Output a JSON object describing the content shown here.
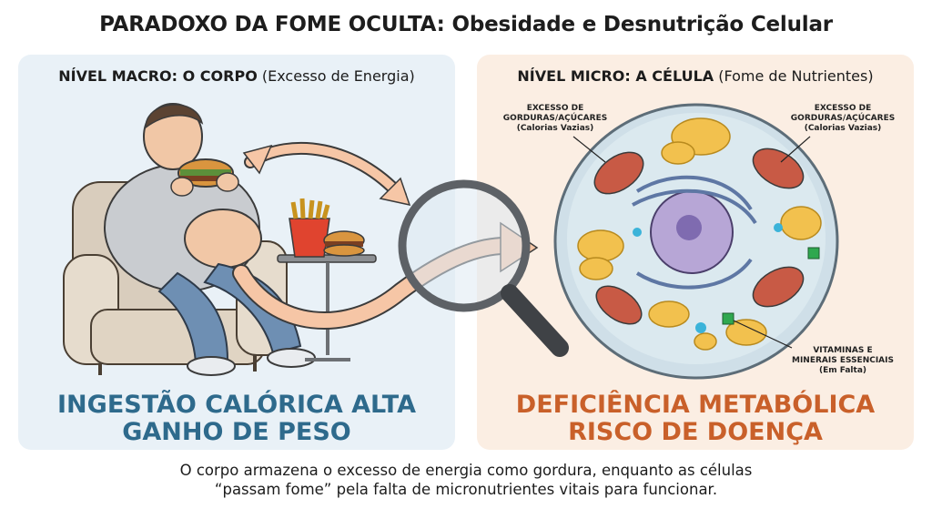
{
  "title": "PARADOXO DA FOME OCULTA: Obesidade e Desnutrição Celular",
  "left_panel": {
    "heading_bold": "NÍVEL MACRO: O CORPO",
    "heading_rest": " (Excesso de Energia)",
    "line1": "INGESTÃO CALÓRICA ALTA",
    "line2": "GANHO DE PESO"
  },
  "right_panel": {
    "heading_bold": "NÍVEL MICRO: A CÉLULA",
    "heading_rest": " (Fome de Nutrientes)",
    "line1": "DEFICIÊNCIA METABÓLICA",
    "line2": "RISCO DE DOENÇA",
    "label_left": {
      "l1": "EXCESSO DE",
      "l2": "GORDURAS/AÇÚCARES",
      "l3": "(Calorias Vazias)"
    },
    "label_right": {
      "l1": "EXCESSO DE",
      "l2": "GORDURAS/AÇÚCARES",
      "l3": "(Calorias Vazias)"
    },
    "label_vit": {
      "l1": "VITAMINAS E",
      "l2": "MINERAIS ESSENCIAIS",
      "l3": "(Em Falta)"
    }
  },
  "caption": {
    "line1": "O corpo armazena o excesso de energia como gordura, enquanto as células",
    "line2": "“passam fome” pela falta de micronutrientes vitais para funcionar."
  },
  "colors": {
    "blue_text": "#2e6a8c",
    "orange_text": "#c9602a",
    "left_bg": "#e9f1f7",
    "right_bg": "#fbeee3"
  }
}
